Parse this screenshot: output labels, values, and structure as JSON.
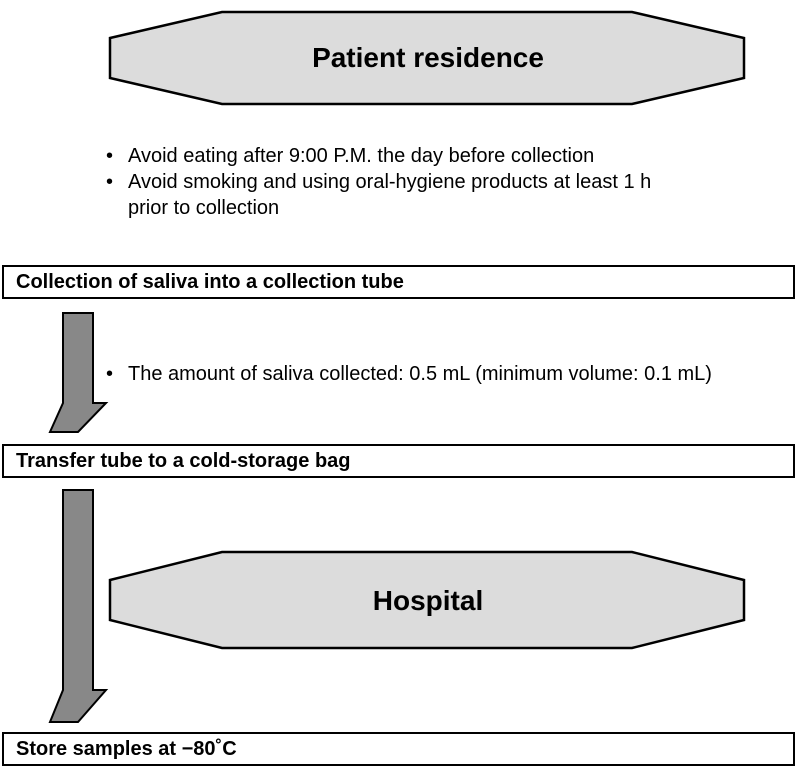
{
  "top_banner": {
    "label": "Patient residence"
  },
  "pre_collection_notes": [
    "Avoid eating after 9:00 P.M. the day before collection",
    "Avoid smoking and using oral-hygiene products at least 1 h prior to collection"
  ],
  "steps": [
    "Collection of saliva into a collection tube",
    "Transfer tube to a cold-storage bag",
    "Store samples at −80˚C"
  ],
  "collection_notes": [
    "The amount of saliva collected: 0.5 mL (minimum volume: 0.1 mL)"
  ],
  "bottom_banner": {
    "label": "Hospital"
  },
  "colors": {
    "banner_fill": "#dcdcdc",
    "arrow_fill": "#888888",
    "stroke": "#000000"
  }
}
